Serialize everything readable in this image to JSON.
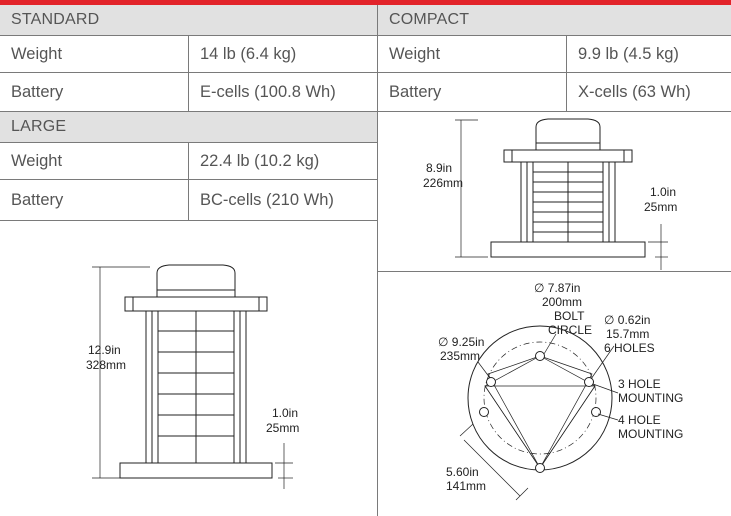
{
  "standard": {
    "title": "STANDARD",
    "rows": [
      {
        "label": "Weight",
        "value": "14 lb (6.4 kg)"
      },
      {
        "label": "Battery",
        "value": "E-cells (100.8 Wh)"
      }
    ]
  },
  "compact": {
    "title": "COMPACT",
    "rows": [
      {
        "label": "Weight",
        "value": "9.9 lb (4.5 kg)"
      },
      {
        "label": "Battery",
        "value": "X-cells (63 Wh)"
      }
    ]
  },
  "large": {
    "title": "LARGE",
    "rows": [
      {
        "label": "Weight",
        "value": "22.4 lb (10.2 kg)"
      },
      {
        "label": "Battery",
        "value": "BC-cells (210 Wh)"
      }
    ]
  },
  "compact_drawing": {
    "height_in": "8.9in",
    "height_mm": "226mm",
    "base_in": "1.0in",
    "base_mm": "25mm"
  },
  "large_drawing": {
    "height_in": "12.9in",
    "height_mm": "328mm",
    "base_in": "1.0in",
    "base_mm": "25mm"
  },
  "base_plan": {
    "bolt_in": "∅ 7.87in",
    "bolt_mm": "200mm",
    "bolt_label1": "BOLT",
    "bolt_label2": "CIRCLE",
    "outer_in": "∅ 9.25in",
    "outer_mm": "235mm",
    "hole_in": "∅ 0.62in",
    "hole_mm": "15.7mm",
    "hole_count": "6 HOLES",
    "three_hole_1": "3 HOLE",
    "three_hole_2": "MOUNTING",
    "four_hole_1": "4 HOLE",
    "four_hole_2": "MOUNTING",
    "span_in": "5.60in",
    "span_mm": "141mm"
  }
}
